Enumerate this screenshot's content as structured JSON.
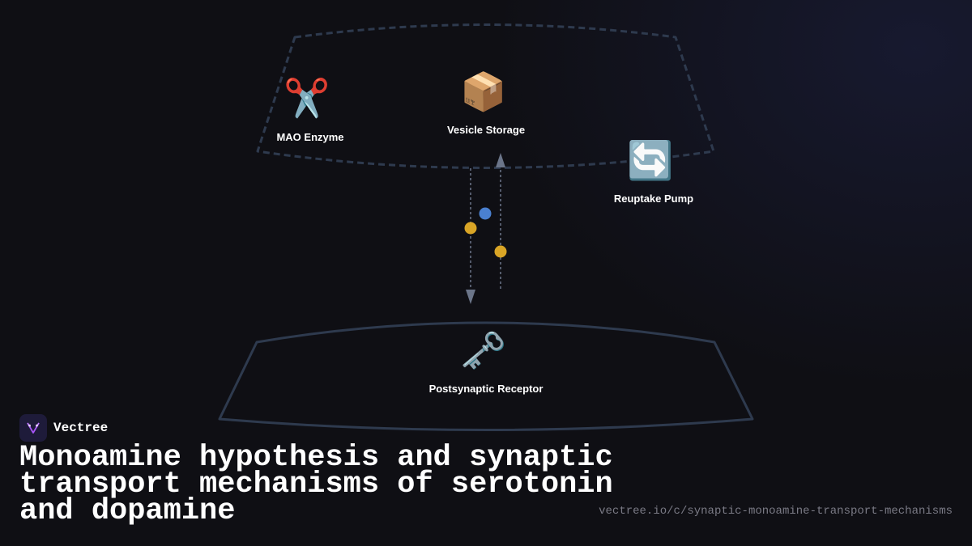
{
  "diagram": {
    "nodes": [
      {
        "id": "mao",
        "label": "MAO Enzyme",
        "icon": "scissors-icon",
        "glyph": "✂️"
      },
      {
        "id": "vesicle",
        "label": "Vesicle Storage",
        "icon": "package-icon",
        "glyph": "📦"
      },
      {
        "id": "reuptake",
        "label": "Reuptake Pump",
        "icon": "cycle-arrows-icon",
        "glyph": "🔄"
      },
      {
        "id": "receptor",
        "label": "Postsynaptic Receptor",
        "icon": "key-icon",
        "glyph": "🗝️"
      }
    ],
    "colors": {
      "membrane": "#2e3a4e",
      "arrow": "#6b7589",
      "serotonin_dot": "#d9a526",
      "dopamine_dot": "#4a80d0"
    }
  },
  "brand": {
    "name": "Vectree",
    "logo_icon": "vectree-logo-icon"
  },
  "title": "Monoamine hypothesis and synaptic transport mechanisms of serotonin and dopamine",
  "url": "vectree.io/c/synaptic-monoamine-transport-mechanisms"
}
